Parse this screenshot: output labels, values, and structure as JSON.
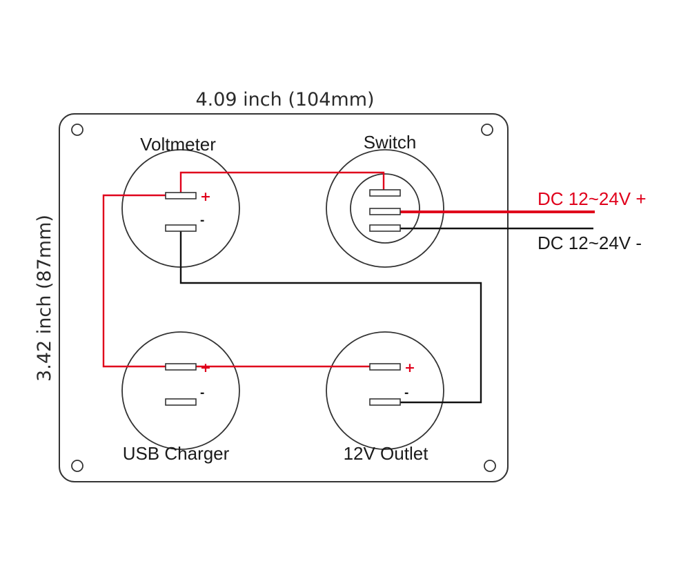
{
  "dimensions": {
    "width_label": "4.09 inch (104mm)",
    "height_label": "3.42 inch (87mm)"
  },
  "components": {
    "voltmeter": {
      "label": "Voltmeter",
      "plus": "+",
      "minus": "-"
    },
    "switch": {
      "label": "Switch"
    },
    "usb_charger": {
      "label": "USB Charger",
      "plus": "+",
      "minus": "-"
    },
    "outlet": {
      "label": "12V Outlet",
      "plus": "+",
      "minus": "-"
    }
  },
  "power": {
    "positive_label": "DC 12~24V +",
    "negative_label": "DC 12~24V -"
  },
  "colors": {
    "positive_wire": "#e0001b",
    "negative_wire": "#111111",
    "outline": "#333333"
  }
}
